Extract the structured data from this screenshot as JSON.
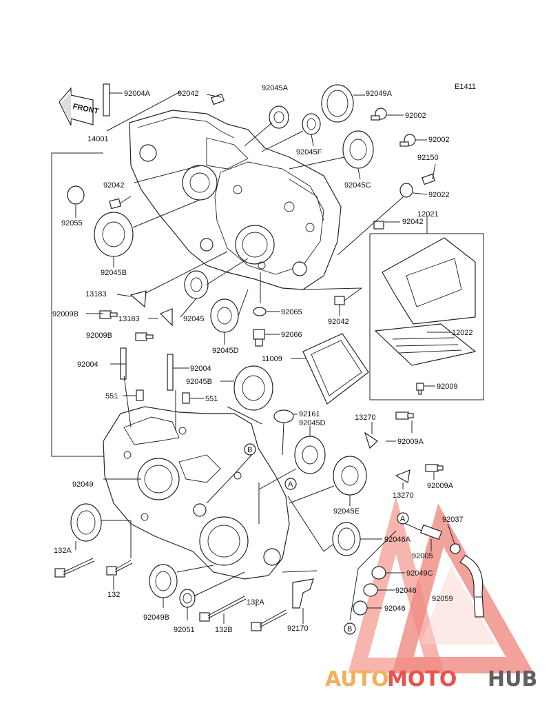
{
  "figure_code": "E1411",
  "front_label": "FRONT",
  "part_labels": {
    "p92004A": "92004A",
    "p92042a": "92042",
    "p14001": "14001",
    "p92045A": "92045A",
    "p92049A": "92049A",
    "p92002a": "92002",
    "p92002b": "92002",
    "p92045F": "92045F",
    "p92150": "92150",
    "p92042b": "92042",
    "p92045C": "92045C",
    "p92022": "92022",
    "p92055": "92055",
    "p92042c": "92042",
    "p12021": "12021",
    "p92045B": "92045B",
    "p13183a": "13183",
    "p92009B": "92009B",
    "p13183b": "13183",
    "p92045": "92045",
    "p92065": "92065",
    "p92042d": "92042",
    "p92009Bb": "92009B",
    "p92045D": "92045D",
    "p92066": "92066",
    "p12022": "12022",
    "p92004": "92004",
    "p92004b": "92004",
    "p11009": "11009",
    "p92045Bb": "92045B",
    "p551a": "551",
    "p551b": "551",
    "p92009": "92009",
    "p92161": "92161",
    "p92045Db": "92045D",
    "p13270a": "13270",
    "p92009A": "92009A",
    "p92049": "92049",
    "p13270b": "13270",
    "p92009Ab": "92009A",
    "p92045E": "92045E",
    "p92037": "92037",
    "p132A": "132A",
    "p92046A": "92046A",
    "p92005": "92005",
    "p132": "132",
    "p92049C": "92049C",
    "p92046a": "92046",
    "p92049B": "92049B",
    "p92059": "92059",
    "p92051": "92051",
    "p132B": "132B",
    "p132Ab": "132A",
    "p92046b": "92046",
    "p92170": "92170"
  },
  "callouts": {
    "A1": "A",
    "A2": "A",
    "B1": "B",
    "B2": "B"
  },
  "watermark": {
    "part1": "AUTO",
    "part2": "MOTO",
    "part3": "HUB"
  },
  "colors": {
    "watermark_orange": "#f3b05a",
    "watermark_red": "#e8524a",
    "watermark_gray": "#606060",
    "line": "#222222"
  }
}
